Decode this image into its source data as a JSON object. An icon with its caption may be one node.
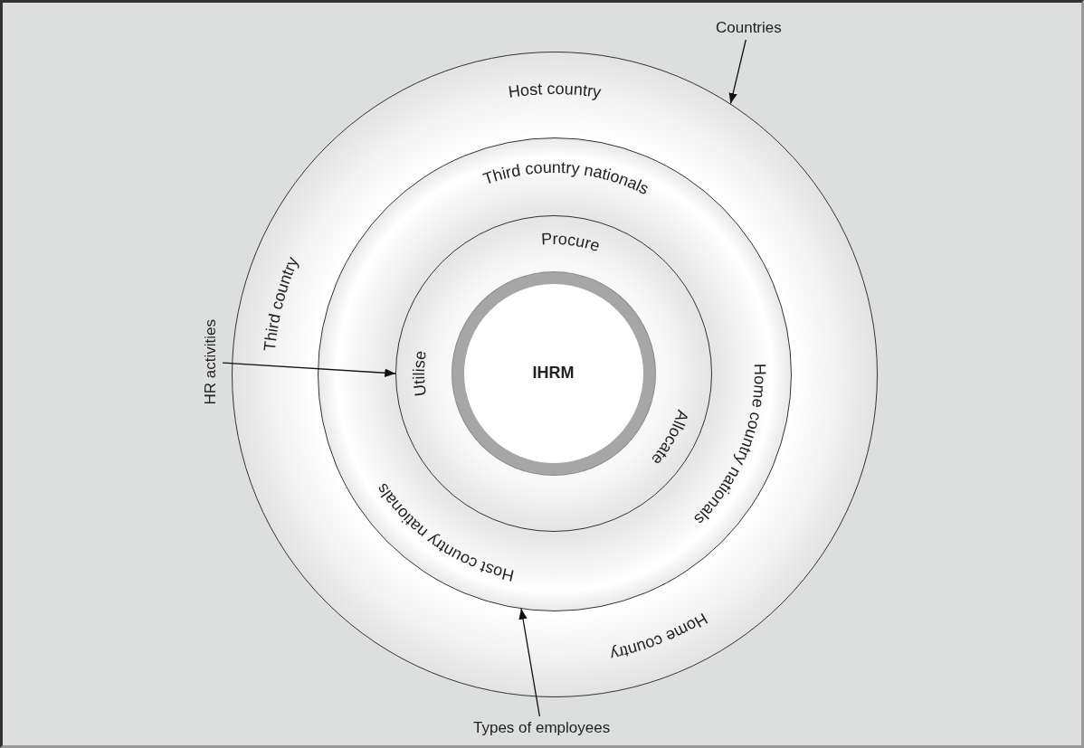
{
  "diagram": {
    "nodes": [
      {
        "text": [
          "Host country",
          "Third country",
          "Home country"
        ]
      },
      {
        "text": [
          "Third country nationals",
          "Host country nationals",
          "Home country nationals"
        ],
        "in": 0
      },
      {
        "text": [
          "Procure",
          "Utilise",
          "Allocate"
        ],
        "in": 1
      },
      {
        "text": [
          "IHRM"
        ],
        "in": 2
      },
      {
        "text": [
          "Countries"
        ]
      },
      {
        "text": [
          "HR activities"
        ]
      },
      {
        "text": [
          "Types of employees"
        ]
      }
    ],
    "edges": [
      {
        "from": 4,
        "to": 0,
        "arrow": "to"
      },
      {
        "from": 5,
        "to": 2,
        "arrow": "to"
      },
      {
        "from": 6,
        "to": 1,
        "arrow": "to"
      }
    ]
  }
}
